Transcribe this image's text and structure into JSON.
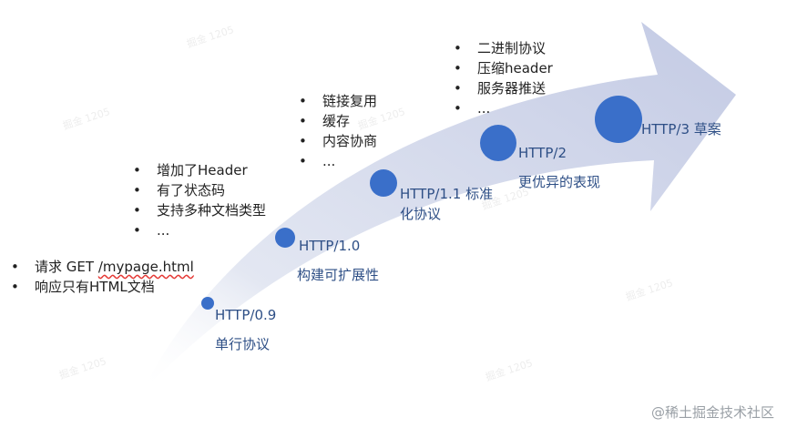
{
  "milestones": [
    {
      "id": "http09",
      "label": "HTTP/0.9",
      "desc": "单行协议",
      "features": [
        "请求 GET /mypage.html",
        "响应只有HTML文档"
      ]
    },
    {
      "id": "http10",
      "label": "HTTP/1.0",
      "desc": "构建可扩展性",
      "features": [
        "增加了Header",
        "有了状态码",
        "支持多种文档类型",
        "..."
      ]
    },
    {
      "id": "http11",
      "label": "HTTP/1.1 标准化协议",
      "desc": "",
      "features": [
        "链接复用",
        "缓存",
        "内容协商",
        "..."
      ]
    },
    {
      "id": "http2",
      "label": "HTTP/2",
      "desc": "更优异的表现",
      "features": [
        "二进制协议",
        "压缩header",
        "服务器推送",
        "..."
      ]
    },
    {
      "id": "http3",
      "label": "HTTP/3 草案",
      "desc": "",
      "features": []
    }
  ],
  "watermark": "掘金 1205",
  "footer": {
    "brand": "@稀土掘金技术社区"
  },
  "colors": {
    "arrow": "#c9cfe6",
    "node": "#3a6fc9",
    "text": "#2e4f86"
  }
}
